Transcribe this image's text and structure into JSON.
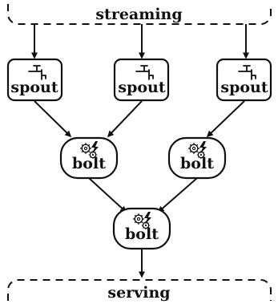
{
  "diagram": {
    "top_section": {
      "label": "streaming"
    },
    "bottom_section": {
      "label": "serving"
    },
    "spouts": [
      {
        "label": "spout",
        "icon": "faucet-icon"
      },
      {
        "label": "spout",
        "icon": "faucet-icon"
      },
      {
        "label": "spout",
        "icon": "faucet-icon"
      }
    ],
    "bolts": [
      {
        "label": "bolt",
        "icon": "gears-bolt-icon"
      },
      {
        "label": "bolt",
        "icon": "gears-bolt-icon"
      },
      {
        "label": "bolt",
        "icon": "gears-bolt-icon"
      }
    ],
    "edges": [
      {
        "from": "streaming",
        "to": "spout-1"
      },
      {
        "from": "streaming",
        "to": "spout-2"
      },
      {
        "from": "streaming",
        "to": "spout-3"
      },
      {
        "from": "spout-1",
        "to": "bolt-1"
      },
      {
        "from": "spout-2",
        "to": "bolt-1"
      },
      {
        "from": "spout-3",
        "to": "bolt-2"
      },
      {
        "from": "bolt-1",
        "to": "bolt-3"
      },
      {
        "from": "bolt-2",
        "to": "bolt-3"
      },
      {
        "from": "bolt-3",
        "to": "serving"
      }
    ]
  }
}
